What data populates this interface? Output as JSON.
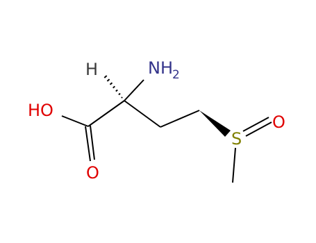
{
  "molecule": {
    "atoms": {
      "h": "H",
      "nh_n": "N",
      "nh_h": "H",
      "nh_sub": "2",
      "ho": "HO",
      "o_carbonyl": "O",
      "s": "S",
      "o_sulfoxide": "O"
    },
    "colors": {
      "bond": "#000000",
      "hydrogen": "#3a3a3a",
      "nitrogen": "#33338a",
      "oxygen": "#e00000",
      "sulfur": "#808000"
    }
  }
}
